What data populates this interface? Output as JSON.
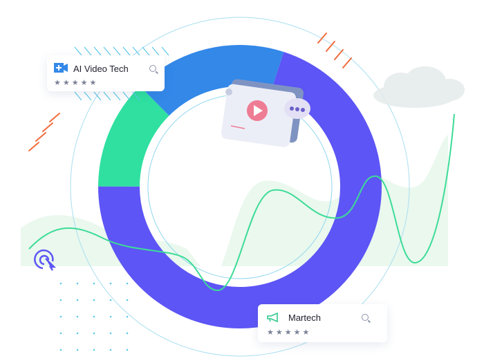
{
  "cards": [
    {
      "title": "AI Video Tech",
      "icon": "video-plus-icon",
      "rating": "★★★★★"
    },
    {
      "title": "Martech",
      "icon": "megaphone-icon",
      "rating": "★★★★★"
    }
  ],
  "colors": {
    "purple": "#5d55f5",
    "blue": "#3388e8",
    "green": "#2fe0a0",
    "wave": "#3ddc97",
    "orange": "#f26b3a",
    "cyan": "#5cc8e8"
  },
  "donut_segments": [
    {
      "name": "purple",
      "fraction": 0.7
    },
    {
      "name": "green",
      "fraction": 0.125
    },
    {
      "name": "blue",
      "fraction": 0.175
    }
  ]
}
